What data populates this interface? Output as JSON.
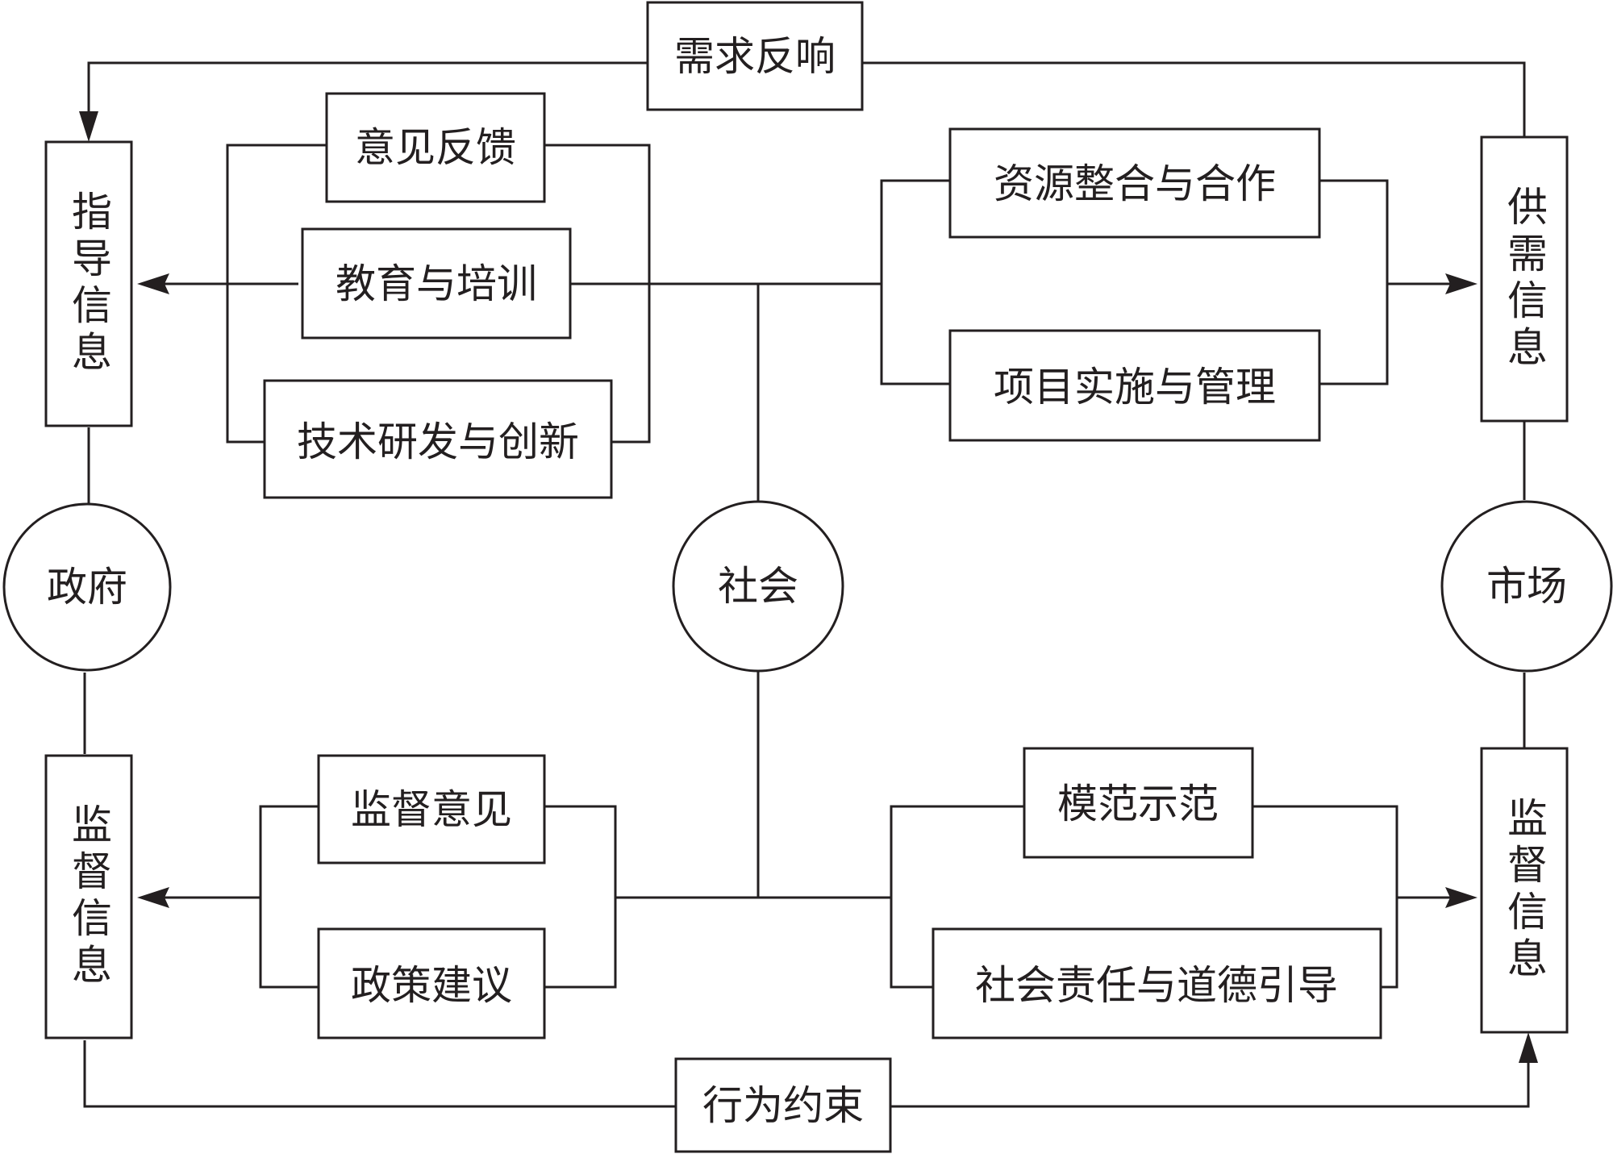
{
  "nodes": {
    "government": "政府",
    "society": "社会",
    "market": "市场"
  },
  "side_labels": {
    "guidance_info": "指导信息",
    "supervision_info_left": "监督信息",
    "supply_demand_info": "供需信息",
    "supervision_info_right": "监督信息"
  },
  "top_loop": "需求反响",
  "bottom_loop": "行为约束",
  "upper_left": [
    "意见反馈",
    "教育与培训",
    "技术研发与创新"
  ],
  "upper_right": [
    "资源整合与合作",
    "项目实施与管理"
  ],
  "lower_left": [
    "监督意见",
    "政策建议"
  ],
  "lower_right": [
    "模范示范",
    "社会责任与道德引导"
  ],
  "colors": {
    "stroke": "#231f20",
    "background": "#ffffff"
  }
}
